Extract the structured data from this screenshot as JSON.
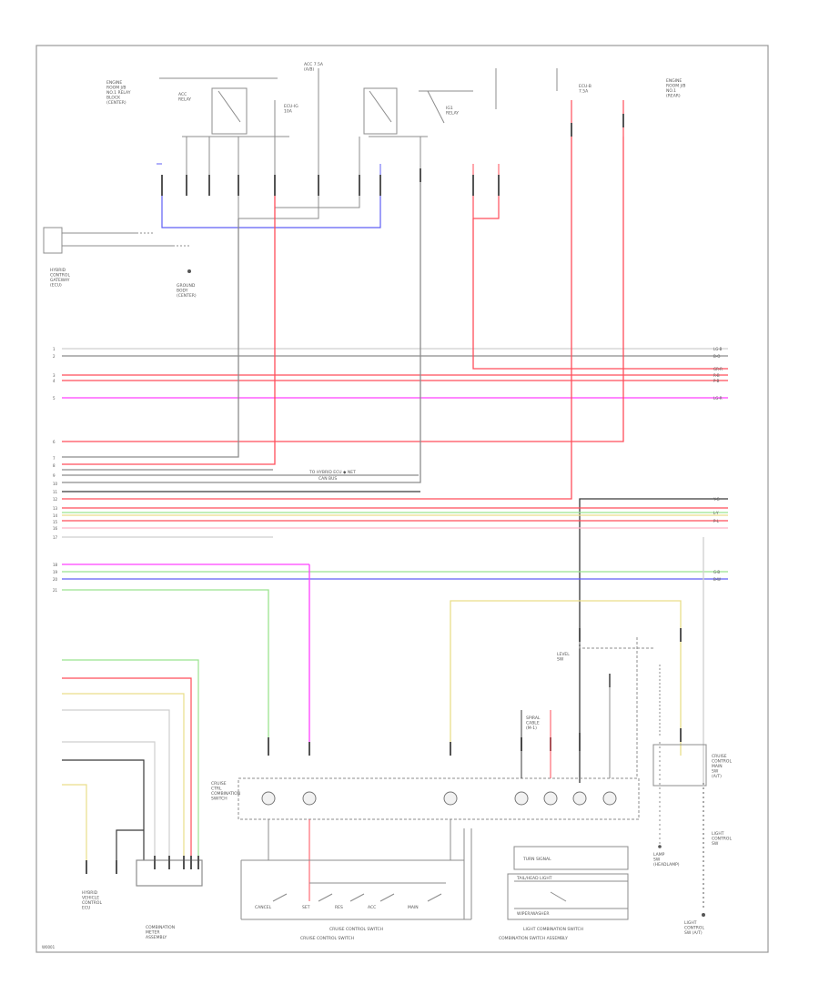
{
  "diagram": {
    "colors": {
      "border": "#9a9a9a",
      "gray": "#8c8c8c",
      "dark": "#3a3a3a",
      "red": "#ff4d5a",
      "magenta": "#ff40ff",
      "blue": "#5f5ff5",
      "green": "#9be38f",
      "yellow": "#e9de8a",
      "pink": "#ffb3c6",
      "lightgray": "#cfcfcf"
    },
    "labels": {
      "top_left_block": [
        "ENGINE",
        "ROOM J/B",
        "NO.1 RELAY",
        "BLOCK",
        "(CENTER)"
      ],
      "top_relay_1": [
        "ACC",
        "RELAY"
      ],
      "top_fuse_1": [
        "ACC 7.5A",
        "(A/B)"
      ],
      "top_fuse_2": [
        "ECU-IG",
        "10A"
      ],
      "top_relay_2": [
        "IG1",
        "RELAY"
      ],
      "top_right_block": [
        "ENGINE",
        "ROOM J/B",
        "NO.1",
        "(REAR)"
      ],
      "top_right_fuse": [
        "ECU-B",
        "7.5A"
      ],
      "left_side_block": [
        "HYBRID",
        "CONTROL",
        "GATEWAY",
        "(ECU)"
      ],
      "ground_label": [
        "GROUND",
        "BODY",
        "(CENTER)"
      ],
      "row_labels_right": [
        "LG-B",
        "B-O",
        "GR-R",
        "R-B",
        "P-B",
        "LG-R",
        "Y-G",
        "L-Y",
        "P-L",
        "G-B",
        "B-W"
      ],
      "bus_annotation": "TO HYBRID ECU  ◆  NET",
      "bus_annotation_sub": "CAN BUS",
      "display_block": [
        "CRUISE",
        "CTRL",
        "COMBINATION",
        "SWITCH"
      ],
      "mid_connector": [
        "LEVEL",
        "SW"
      ],
      "small_conn_a": [
        "SPIRAL",
        "CABLE",
        "(M-1)"
      ],
      "right_mid": [
        "LAMP",
        "SW",
        "(HEADLAMP)"
      ],
      "right_lower_1": [
        "CRUISE",
        "CONTROL",
        "MAIN",
        "SW",
        "(A/T)"
      ],
      "right_lower_2": [
        "LIGHT",
        "CONTROL",
        "SW"
      ],
      "right_bottom": [
        "LIGHT",
        "CONTROL",
        "SW (A/T)"
      ],
      "bottom_left_a": [
        "HYBRID",
        "VEHICLE",
        "CONTROL",
        "ECU"
      ],
      "bottom_left_b": [
        "COMBINATION",
        "METER",
        "ASSEMBLY"
      ],
      "switch_labels": [
        "CANCEL",
        "SET",
        "RES",
        "ACC",
        "MAIN"
      ],
      "bottom_center_1": "CRUISE CONTROL SWITCH",
      "bottom_center_2": "CRUISE CONTROL SWITCH",
      "bottom_right_1": "TURN SIGNAL",
      "bottom_right_2": "TAIL/HEAD LIGHT",
      "bottom_right_3": "WIPER/WASHER",
      "bottom_caption_a": "LIGHT COMBINATION SWITCH",
      "bottom_caption_b": "COMBINATION SWITCH ASSEMBLY",
      "footer": "W0001"
    }
  }
}
